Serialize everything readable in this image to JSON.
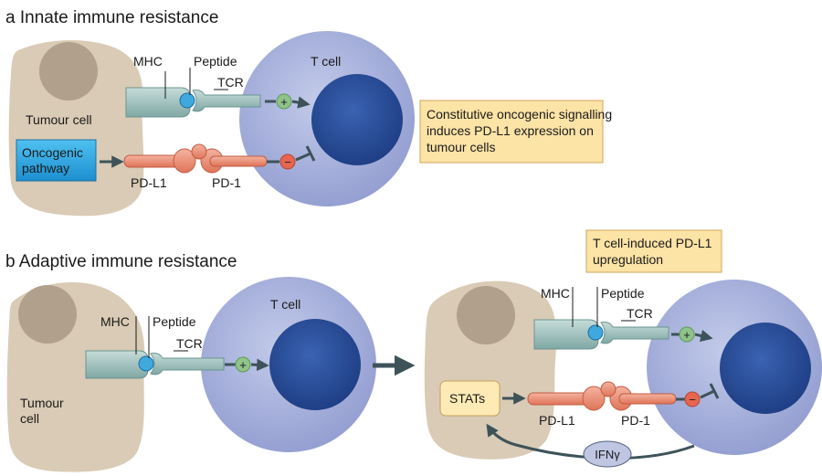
{
  "panel_a": {
    "title": "a Innate immune resistance",
    "tumour_label": "Tumour cell",
    "tcell_label": "T cell",
    "mhc": "MHC",
    "peptide": "Peptide",
    "tcr": "TCR",
    "pdl1": "PD-L1",
    "pd1": "PD-1",
    "oncogenic_line1": "Oncogenic",
    "oncogenic_line2": "pathway",
    "plus": "+",
    "minus": "−",
    "note_line1": "Constitutive oncogenic signalling",
    "note_line2": "induces PD-L1 expression on",
    "note_line3": "tumour cells"
  },
  "panel_b": {
    "title": "b Adaptive immune resistance",
    "tumour_label_line1": "Tumour",
    "tumour_label_line2": "cell",
    "tcell_label": "T cell",
    "mhc": "MHC",
    "peptide": "Peptide",
    "tcr": "TCR",
    "plus": "+",
    "right_mhc": "MHC",
    "right_peptide": "Peptide",
    "right_tcr": "TCR",
    "right_plus": "+",
    "right_minus": "−",
    "stats": "STATs",
    "pdl1": "PD-L1",
    "pd1": "PD-1",
    "ifn": "IFNγ",
    "note_line1": "T cell-induced PD-L1",
    "note_line2": "upregulation"
  },
  "colors": {
    "tumour": "#d9cbb5",
    "nucleus_tumour": "#b1a08c",
    "tcell": "#aab3dc",
    "tcell_nucleus": "#2b4f9a",
    "receptor": "#9ec0bd",
    "pd_orange": "#e98a72",
    "oncogenic_blue": "#2aa5e0",
    "note_fill": "#fce3a6",
    "note_border": "#d4a45a",
    "stats_fill": "#fdeab5",
    "plus_green": "#8fc38a",
    "minus_red": "#e8654f",
    "arrow": "#3d5359"
  }
}
